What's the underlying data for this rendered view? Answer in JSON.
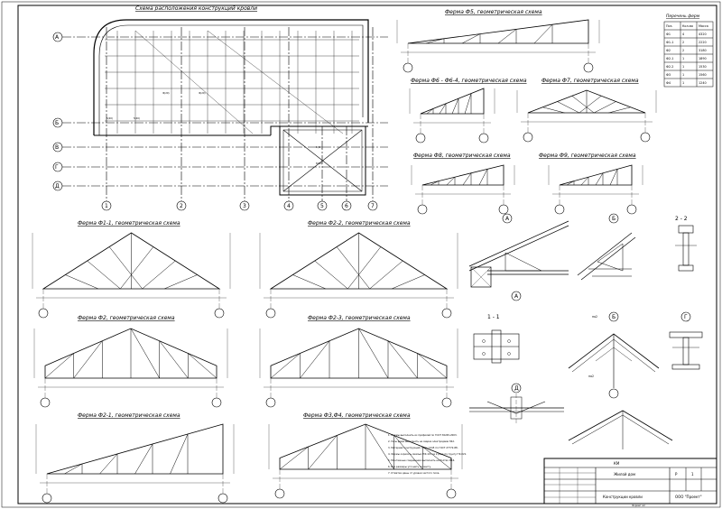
{
  "titles": {
    "plan": "Схема расположения конструкций кровли",
    "f5": "Ферма Ф5, геометрическая схема",
    "f6f64": "Ферма Ф6 - Ф6-4, геометрическая схема",
    "f7": "Ферма Ф7, геометрическая схема",
    "f8": "Ферма Ф8, геометрическая схема",
    "f9": "Ферма Ф9, геометрическая схема",
    "f1_1": "Ферма Ф1-1, геометрическая схема",
    "f2_2": "Ферма Ф2-2, геометрическая схема",
    "f2": "Ферма Ф2, геометрическая схема",
    "f2_3": "Ферма Ф2-3, геометрическая схема",
    "f2_1": "Ферма Ф2-1, геометрическая схема",
    "f3f4": "Ферма Ф3,Ф4, геометрическая схема",
    "section": "Перечень ферм"
  },
  "axes": {
    "rows": [
      "А",
      "Б",
      "В",
      "Г",
      "Д"
    ],
    "cols": [
      "1",
      "2",
      "3",
      "4",
      "5",
      "6",
      "7"
    ]
  },
  "plan_marks": [
    "Ф(20)",
    "Ф(20)",
    "5(20)",
    "5(20)",
    "8(20)",
    "8(20)"
  ],
  "node_marks": {
    "a": "А",
    "b": "Б",
    "d": "Д",
    "section_2": "2 - 2",
    "section_1": "1 - 1",
    "b1": "Б",
    "g": "Г",
    "po2a": "по2",
    "po2b": "по2"
  },
  "table": {
    "headers": [
      "Поз.",
      "Кол-во",
      "Масса"
    ],
    "rows": [
      [
        "Ф1",
        "4",
        "4320"
      ],
      [
        "Ф1-1",
        "2",
        "2220"
      ],
      [
        "Ф2",
        "2",
        "3180"
      ],
      [
        "Ф2-1",
        "1",
        "1890"
      ],
      [
        "Ф2-2",
        "1",
        "1530"
      ],
      [
        "Ф3",
        "1",
        "1560"
      ],
      [
        "Ф4",
        "1",
        "1240"
      ]
    ]
  },
  "notes": [
    "1. Фермы выполнить из профилей по ГОСТ 30245-2003.",
    "2. Узлы ферм выполнить на сварке электродами Э42.",
    "3. Материал конструкций сталь С245 по ГОСТ 27772-88.",
    "4. Фермы окрасить эмалью ПФ-115 за 2 раза по грунту ГФ-021.",
    "5. Монтажные соединения выполнить на болтах М16.",
    "6. Все размеры уточнить по месту.",
    "7. Отметки даны от уровня чистого пола."
  ],
  "stamp": {
    "code": "КМ",
    "object": "Жилой дом",
    "sheet_title": "Конструкции кровли",
    "org": "ООО \"Проект\"",
    "stage": "Р",
    "sheet": "1"
  },
  "footer": "Формат А2"
}
